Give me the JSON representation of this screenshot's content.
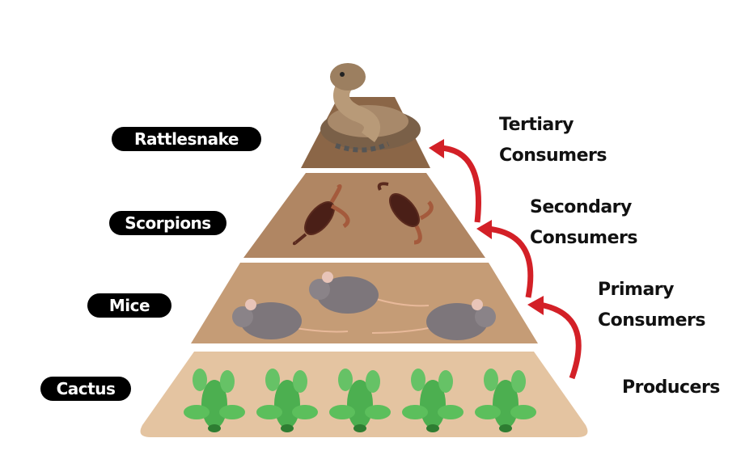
{
  "levels": [
    {
      "organism": "Rattlesnake",
      "trophic": [
        "Tertiary",
        "Consumers"
      ]
    },
    {
      "organism": "Scorpions",
      "trophic": [
        "Secondary",
        "Consumers"
      ]
    },
    {
      "organism": "Mice",
      "trophic": [
        "Primary",
        "Consumers"
      ]
    },
    {
      "organism": "Cactus",
      "trophic": [
        "Producers"
      ]
    }
  ],
  "colors": {
    "tier_top": "#8b6647",
    "tier_scorpions": "#b08663",
    "tier_mice": "#c59c76",
    "tier_cactus": "#e4c4a1",
    "arrow": "#d32027",
    "label_bg": "#000000"
  }
}
